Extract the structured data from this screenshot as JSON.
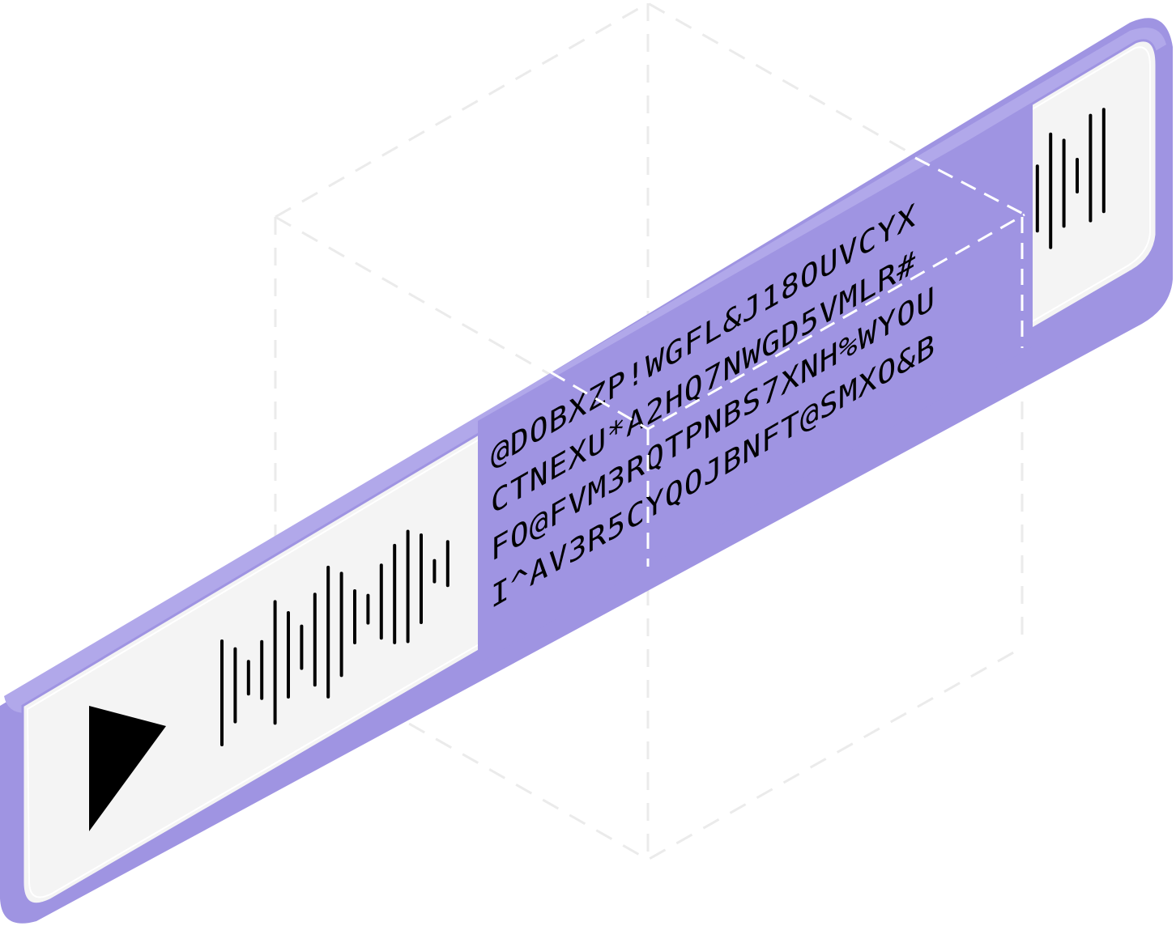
{
  "colors": {
    "accent": "#9f94e2",
    "accent_dark": "#8c7fd8",
    "panel": "#f4f4f4",
    "outline": "#ffffff",
    "guide": "#e8e8e8",
    "ink": "#000000"
  },
  "player": {
    "play_icon": "play-triangle-icon",
    "left_waveform_icon": "audio-waveform-icon",
    "right_waveform_icon": "audio-waveform-icon"
  },
  "encoded_block": {
    "lines": [
      "@DOBXZP!WGFL&J18OUVCYX",
      "CTNEXU*A2HQ7NWGD5VMLR#",
      "FO@FVM3RQTPNBS7XNH%WYOU",
      "I^AV3R5CYQOJBNFT@SMXO&B"
    ]
  }
}
